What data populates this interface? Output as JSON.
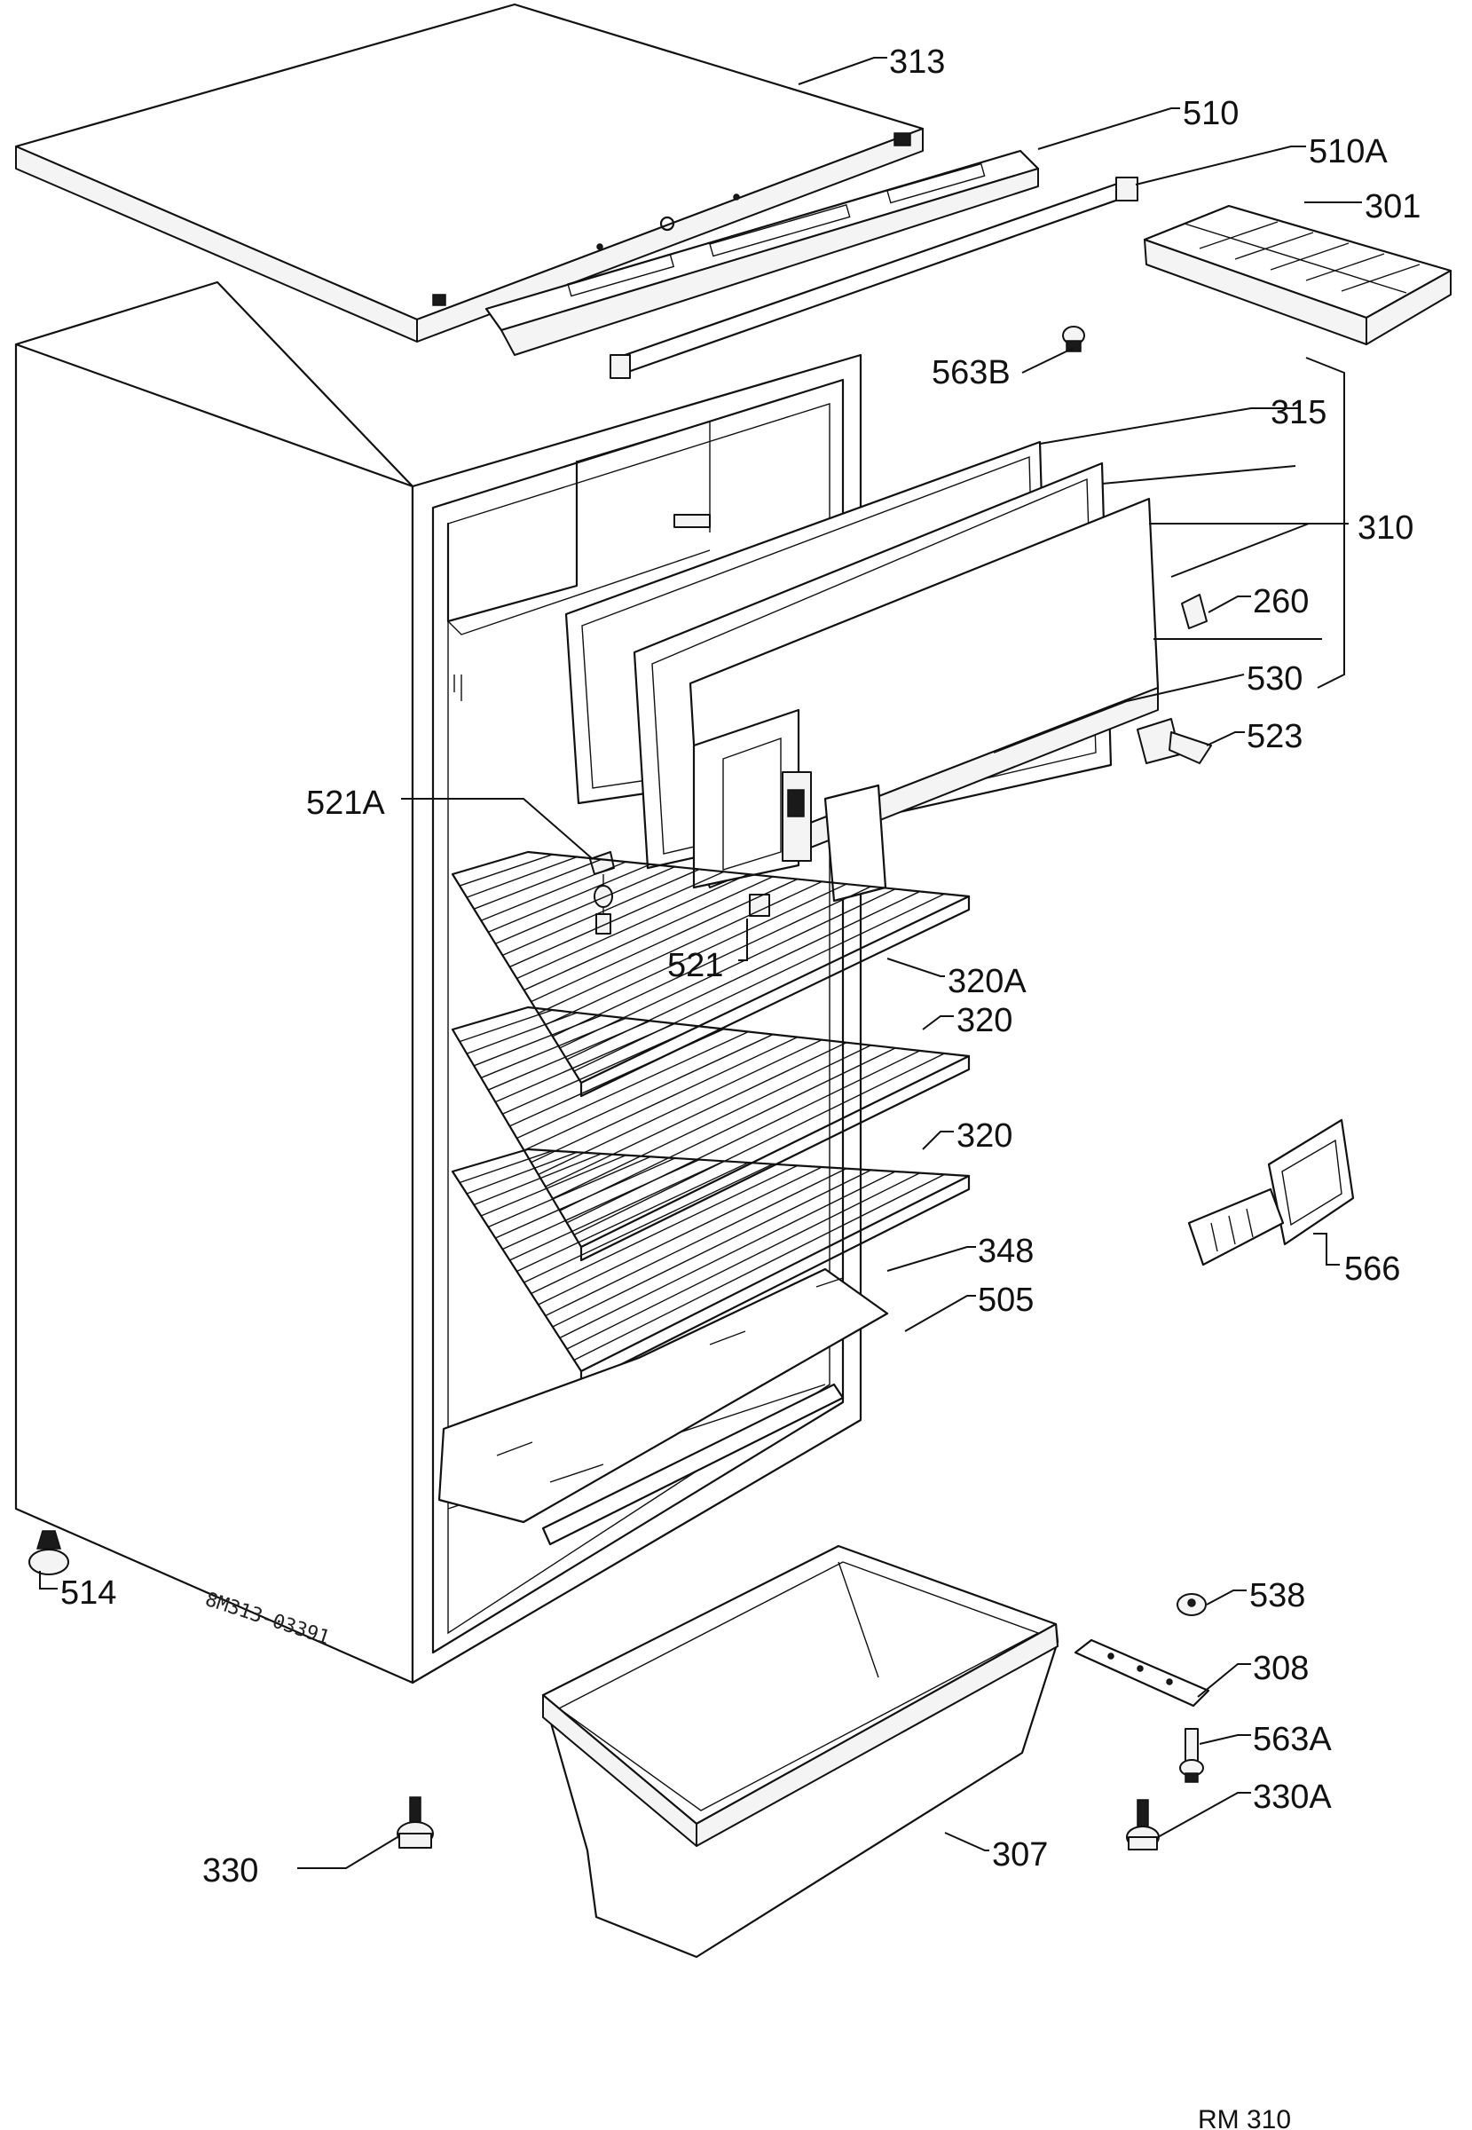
{
  "labels": {
    "p313": "313",
    "p510": "510",
    "p510a": "510A",
    "p301": "301",
    "p563b": "563B",
    "p315": "315",
    "p310": "310",
    "p260": "260",
    "p530": "530",
    "p523": "523",
    "p521a": "521A",
    "p521": "521",
    "p320a": "320A",
    "p320_upper": "320",
    "p320_lower": "320",
    "p348": "348",
    "p505": "505",
    "p566": "566",
    "p514": "514",
    "p538": "538",
    "p308": "308",
    "p563a": "563A",
    "p330a": "330A",
    "p330": "330",
    "p307": "307"
  },
  "stamp": "8M313-03391",
  "reference": "RM 310"
}
